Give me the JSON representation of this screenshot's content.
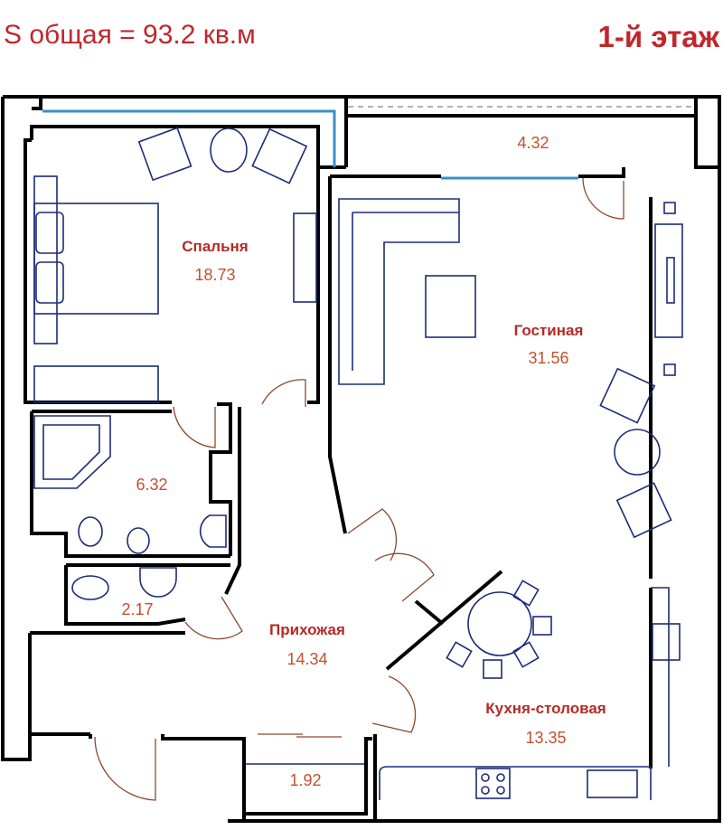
{
  "header": {
    "total_area": "S общая = 93.2 кв.м",
    "floor": "1-й этаж"
  },
  "rooms": {
    "bedroom": {
      "name": "Спальня",
      "area": "18.73"
    },
    "balcony": {
      "area": "4.32"
    },
    "living": {
      "name": "Гостиная",
      "area": "31.56"
    },
    "bathroom": {
      "area": "6.32"
    },
    "wc": {
      "area": "2.17"
    },
    "hallway": {
      "name": "Прихожая",
      "area": "14.34"
    },
    "kitchen": {
      "name": "Кухня-столовая",
      "area": "13.35"
    },
    "storage": {
      "area": "1.92"
    }
  },
  "colors": {
    "title": "#c0272d",
    "room_name": "#b52a26",
    "room_area": "#c4502e",
    "furniture": "#1d2b78",
    "window": "#3a8fc8",
    "door": "#8a4a2a"
  }
}
